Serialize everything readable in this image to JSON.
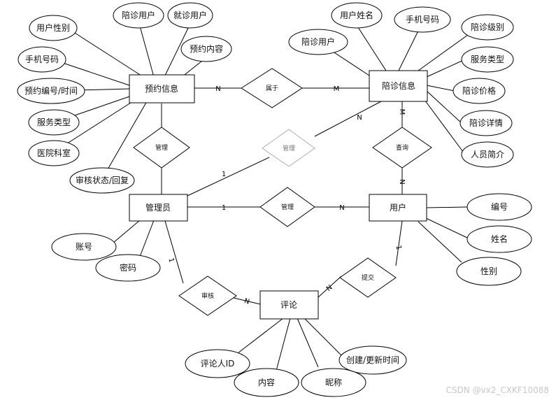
{
  "entities": {
    "appointment": "预约信息",
    "escort_info": "陪诊信息",
    "admin": "管理员",
    "user": "用户",
    "comment": "评论"
  },
  "relations": {
    "belongs": "属于",
    "manage_appointment": "管理",
    "manage_escort": "管理",
    "query": "查询",
    "manage_user": "管理",
    "review": "审核",
    "submit": "提交"
  },
  "attributes": {
    "appointment": [
      "用户性别",
      "陪诊用户",
      "就诊用户",
      "预约内容",
      "手机号码",
      "预约编号/时间",
      "服务类型",
      "医院科室",
      "审核状态/回复"
    ],
    "escort_info": [
      "用户姓名",
      "手机号码",
      "陪诊级别",
      "陪诊用户",
      "服务类型",
      "陪诊价格",
      "陪诊详情",
      "人员简介"
    ],
    "admin": [
      "账号",
      "密码"
    ],
    "user": [
      "编号",
      "姓名",
      "性别"
    ],
    "comment": [
      "评论人ID",
      "内容",
      "昵称",
      "创建/更新时间"
    ]
  },
  "cardinalities": {
    "belongs_left": "N",
    "belongs_right": "M",
    "manage_escort_admin": "1",
    "manage_escort_info": "N",
    "query_escort": "M",
    "query_user": "N",
    "manage_user_admin": "1",
    "manage_user_user": "N",
    "review_admin": "1",
    "review_comment": "N",
    "submit_user": "1",
    "submit_comment": "N"
  },
  "watermark": "CSDN @vx2_CXKF10088"
}
